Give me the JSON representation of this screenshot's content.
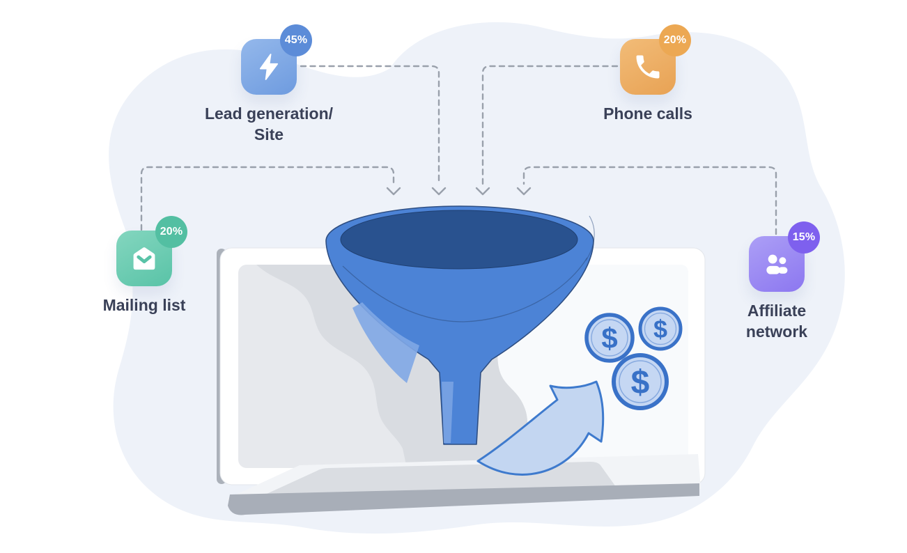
{
  "scene": {
    "background_blob_color": "#EEF2F9",
    "funnel_color": "#4C83D6",
    "funnel_inner_color": "#29528F",
    "connector_color": "#99A0AB",
    "label_text_color": "#3A4158"
  },
  "sources": [
    {
      "id": "lead-generation",
      "label_line1": "Lead generation/",
      "label_line2": "Site",
      "percent": "45%",
      "icon": "lightning-icon",
      "tile_from": "#94B8EB",
      "tile_to": "#6E9BDF",
      "badge_color": "#5C8CD8"
    },
    {
      "id": "phone-calls",
      "label_line1": "Phone calls",
      "label_line2": "",
      "percent": "20%",
      "icon": "phone-icon",
      "tile_from": "#F2BC78",
      "tile_to": "#E8A254",
      "badge_color": "#ECA853"
    },
    {
      "id": "mailing-list",
      "label_line1": "Mailing list",
      "label_line2": "",
      "percent": "20%",
      "icon": "open-envelope-icon",
      "tile_from": "#84D6BF",
      "tile_to": "#59C3A7",
      "badge_color": "#53BFA2"
    },
    {
      "id": "affiliate-network",
      "label_line1": "Affiliate",
      "label_line2": "network",
      "percent": "15%",
      "icon": "people-icon",
      "tile_from": "#AC9FF6",
      "tile_to": "#8C77F0",
      "badge_color": "#7E60EE"
    }
  ],
  "coins": {
    "dollar_sign": "$"
  }
}
